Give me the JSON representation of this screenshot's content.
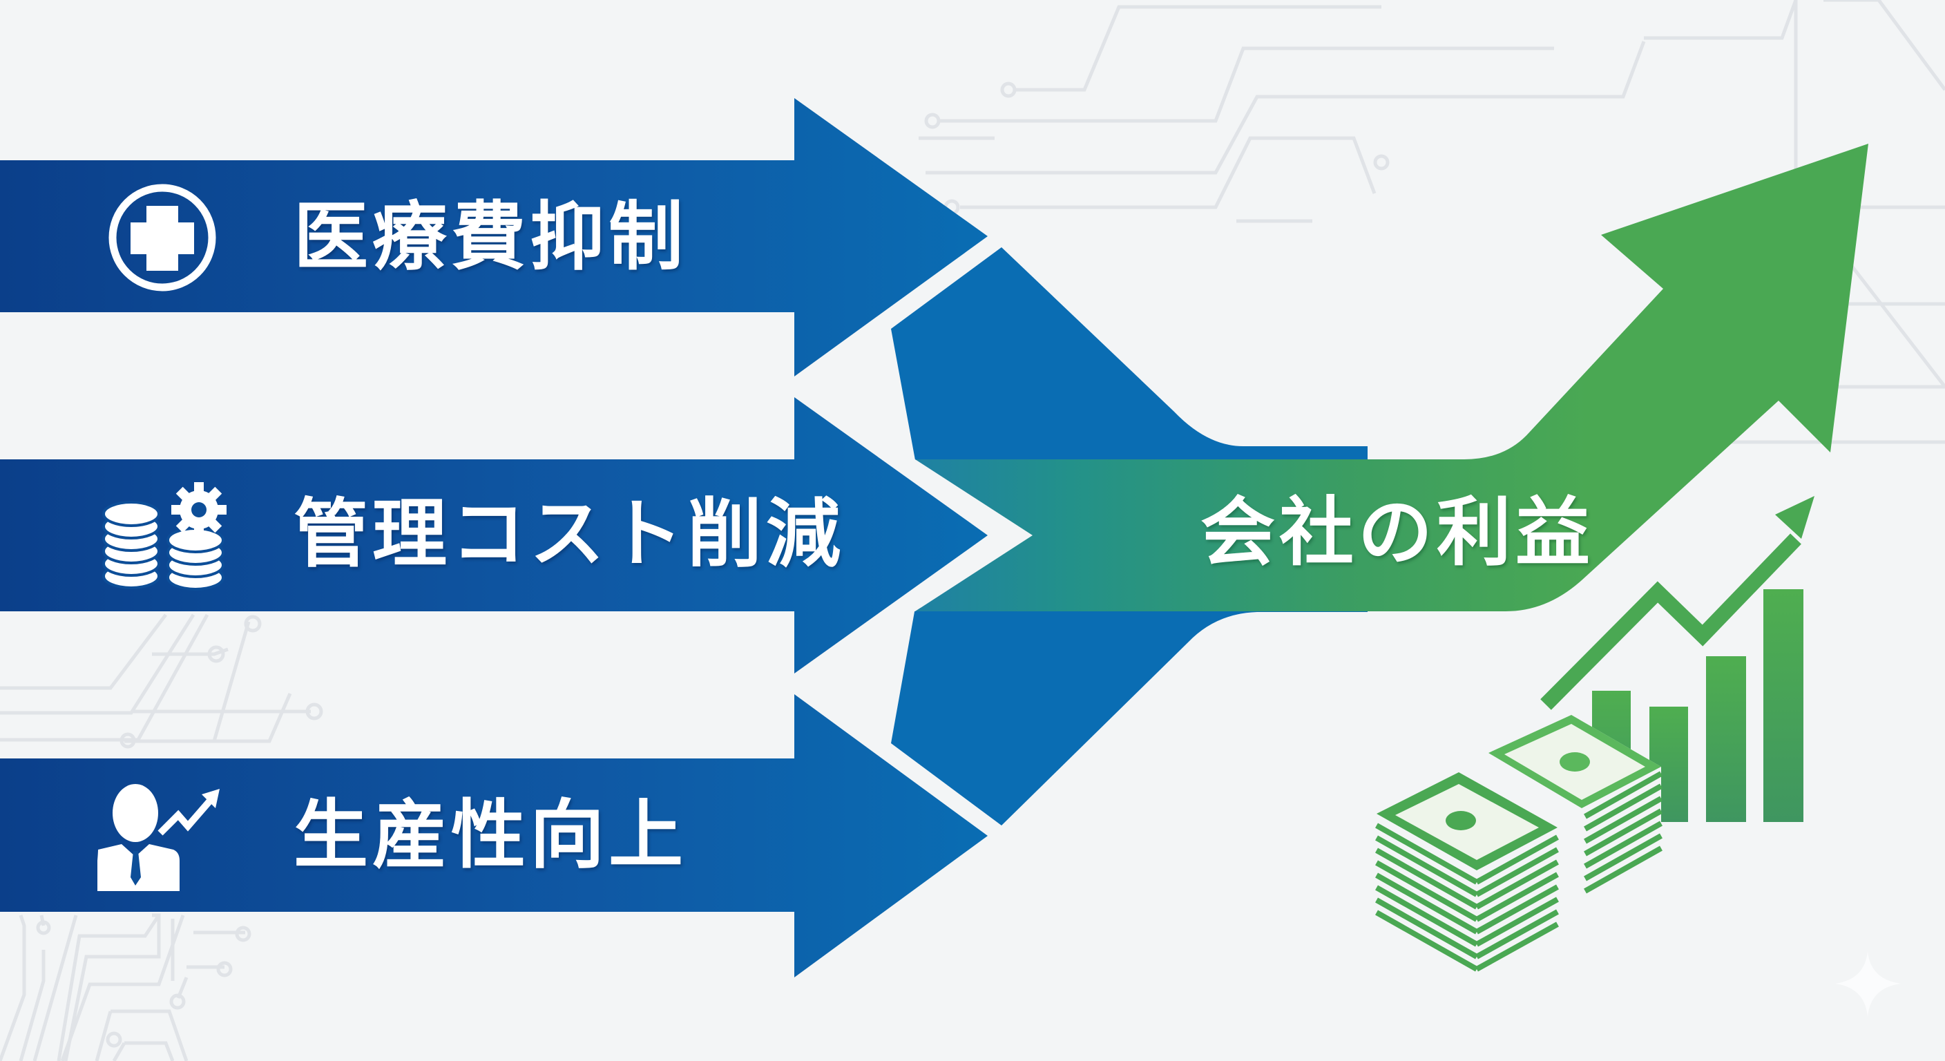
{
  "diagram": {
    "title_concept": "会社の利益",
    "inputs": [
      {
        "label": "医療費抑制",
        "icon": "medical-cross-icon"
      },
      {
        "label": "管理コスト削減",
        "icon": "coins-gear-icon"
      },
      {
        "label": "生産性向上",
        "icon": "person-growth-icon"
      }
    ],
    "output": {
      "label": "会社の利益",
      "icon": "money-growth-chart-icon"
    },
    "decorations": [
      "circuit-lines-background",
      "sparkle-icon"
    ]
  },
  "colors": {
    "background": "#f3f5f6",
    "blue_dark": "#0b3f8a",
    "blue_mid": "#0f5aa6",
    "blue_bright": "#0a6db3",
    "teal": "#1f8a8a",
    "green": "#4aa853",
    "green_light": "#5bb85d",
    "circuit": "#dfe2e6",
    "text": "#ffffff"
  }
}
